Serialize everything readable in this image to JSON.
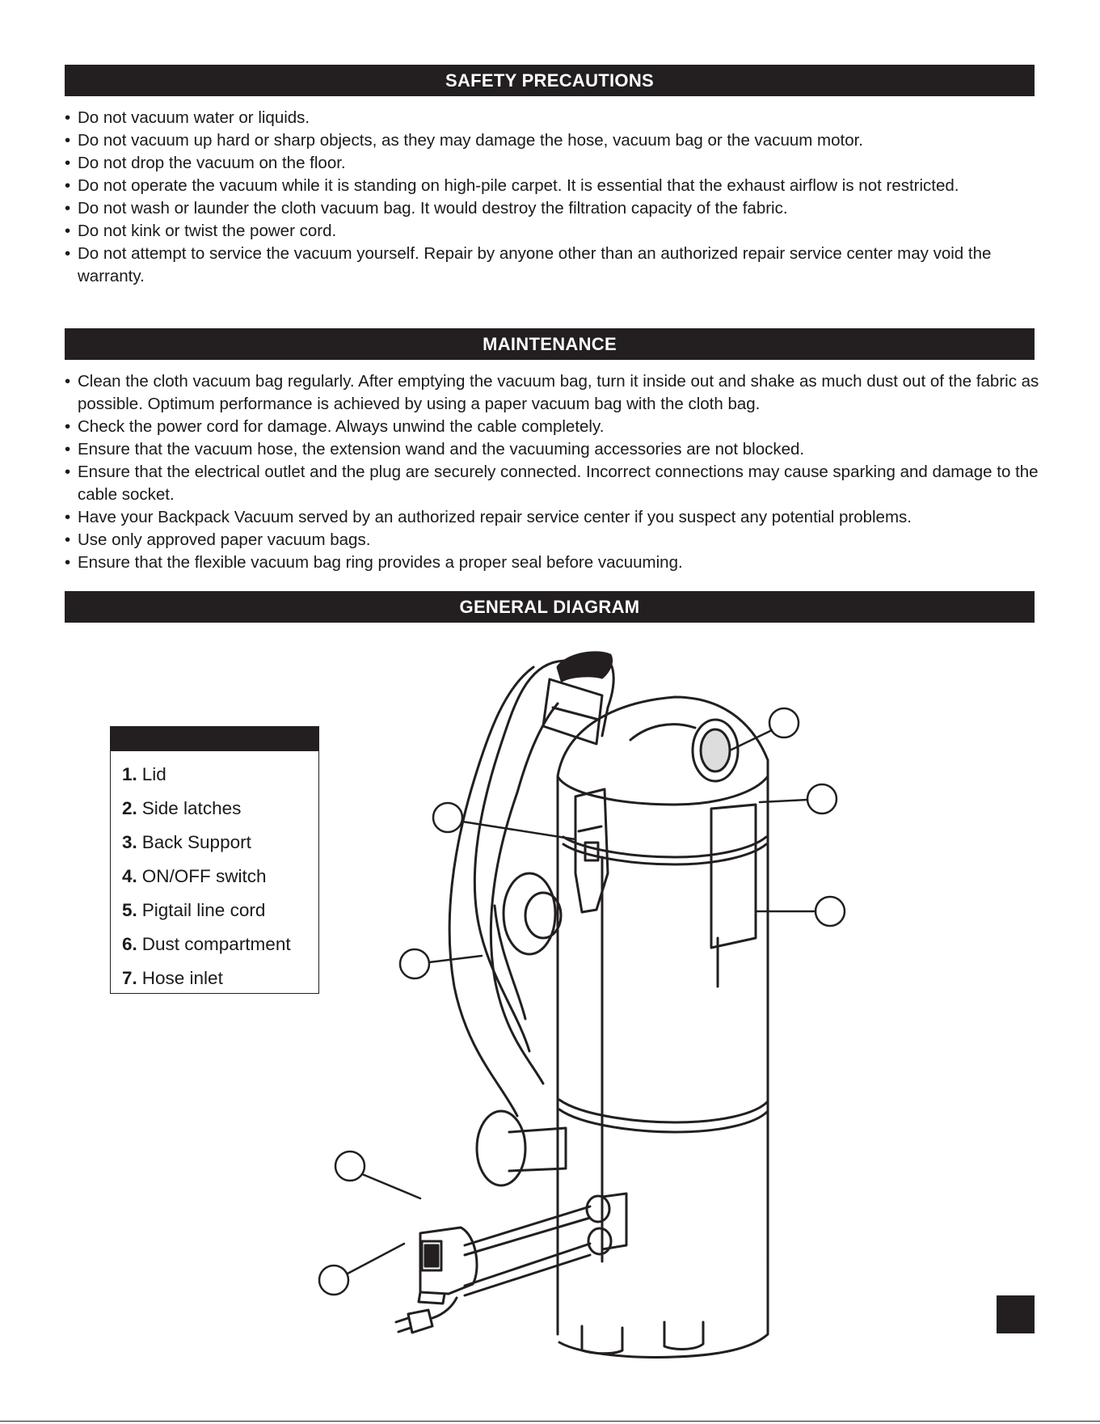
{
  "sections": {
    "safety": {
      "title": "SAFETY PRECAUTIONS",
      "items": [
        "Do not vacuum water or liquids.",
        "Do not vacuum up hard or sharp objects, as they may damage the hose, vacuum bag or the vacuum motor.",
        "Do not drop the vacuum on the floor.",
        "Do not operate the vacuum while it is standing on high-pile carpet. It is essential that the exhaust airflow is not restricted.",
        "Do not wash or launder the cloth vacuum bag. It would destroy the filtration capacity of the fabric.",
        "Do not kink or twist the power cord.",
        "Do not attempt to service the vacuum yourself. Repair by anyone other than an authorized repair service center may void the warranty."
      ]
    },
    "maintenance": {
      "title": "MAINTENANCE",
      "items": [
        "Clean the cloth vacuum bag regularly. After emptying the vacuum bag, turn it inside out and shake as much dust out of the fabric as possible. Optimum performance is achieved by using a paper vacuum bag with the cloth bag.",
        "Check the power cord for damage. Always unwind the cable completely.",
        "Ensure that the vacuum hose, the extension wand and the vacuuming accessories are not blocked.",
        "Ensure that the electrical outlet and the plug are securely connected. Incorrect connections may cause sparking and damage to the cable socket.",
        "Have your Backpack Vacuum served by an authorized repair service center if you suspect any potential problems.",
        "Use only approved paper vacuum bags.",
        "Ensure that the flexible vacuum bag ring provides a proper seal before vacuuming."
      ]
    },
    "diagram": {
      "title": "GENERAL DIAGRAM"
    }
  },
  "legend": {
    "parts": [
      {
        "num": "1.",
        "label": "Lid"
      },
      {
        "num": "2.",
        "label": "Side latches"
      },
      {
        "num": "3.",
        "label": "Back Support"
      },
      {
        "num": "4.",
        "label": "ON/OFF switch"
      },
      {
        "num": "5.",
        "label": "Pigtail line cord"
      },
      {
        "num": "6.",
        "label": "Dust compartment"
      },
      {
        "num": "7.",
        "label": "Hose inlet"
      }
    ]
  },
  "colors": {
    "bar": "#231f20",
    "bar_text": "#ffffff",
    "body_text": "#1a1a1a"
  }
}
